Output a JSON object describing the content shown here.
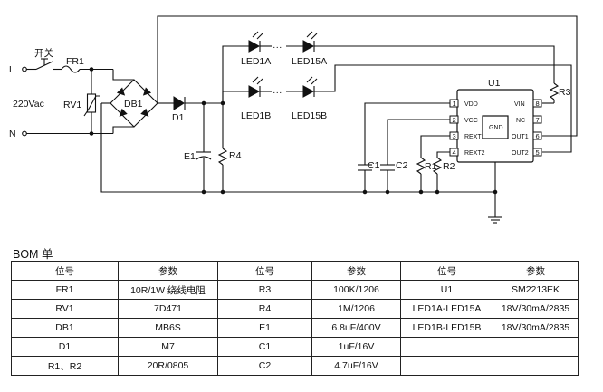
{
  "schematic": {
    "labels": {
      "switch": "开关",
      "fuse": "FR1",
      "line": "L",
      "neutral": "N",
      "input": "220Vac",
      "varistor": "RV1",
      "bridge": "DB1",
      "diode": "D1",
      "cap_e1": "E1",
      "r4": "R4",
      "led1a": "LED1A",
      "led15a": "LED15A",
      "led1b": "LED1B",
      "led15b": "LED15B",
      "ic": "U1",
      "r3": "R3",
      "c1": "C1",
      "c2": "C2",
      "r1": "R1",
      "r2": "R2",
      "gnd_pin": "GND"
    },
    "ic_pins_left": [
      {
        "num": "1",
        "name": "VDD"
      },
      {
        "num": "2",
        "name": "VCC"
      },
      {
        "num": "3",
        "name": "REXT1"
      },
      {
        "num": "4",
        "name": "REXT2"
      }
    ],
    "ic_pins_right": [
      {
        "num": "8",
        "name": "VIN"
      },
      {
        "num": "7",
        "name": "NC"
      },
      {
        "num": "6",
        "name": "OUT1"
      },
      {
        "num": "5",
        "name": "OUT2"
      }
    ]
  },
  "bom": {
    "title": "BOM 单",
    "headers": [
      "位号",
      "参数",
      "位号",
      "参数",
      "位号",
      "参数"
    ],
    "rows": [
      [
        "FR1",
        "10R/1W  绕线电阻",
        "R3",
        "100K/1206",
        "U1",
        "SM2213EK"
      ],
      [
        "RV1",
        "7D471",
        "R4",
        "1M/1206",
        "LED1A-LED15A",
        "18V/30mA/2835"
      ],
      [
        "DB1",
        "MB6S",
        "E1",
        "6.8uF/400V",
        "LED1B-LED15B",
        "18V/30mA/2835"
      ],
      [
        "D1",
        "M7",
        "C1",
        "1uF/16V",
        "",
        ""
      ],
      [
        "R1、R2",
        "20R/0805",
        "C2",
        "4.7uF/16V",
        "",
        ""
      ]
    ]
  }
}
